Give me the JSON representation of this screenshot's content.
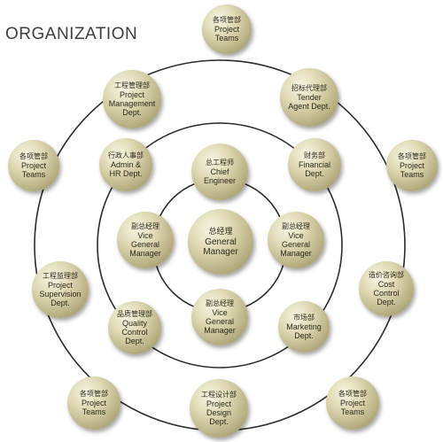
{
  "title": "ORGANIZATION",
  "colors": {
    "ring": "#2b2b2b",
    "node_light": "#f7f5e4",
    "node_dark": "#8e8659",
    "text": "#2a2a1a"
  },
  "nodes": {
    "pt_top": {
      "zh": "各项管部",
      "en": [
        "Project",
        "Teams"
      ]
    },
    "pm_dept": {
      "zh": "工程管理部",
      "en": [
        "Project",
        "Management",
        "Dept."
      ]
    },
    "tender": {
      "zh": "招标代理部",
      "en": [
        "Tender",
        "Agent Dept."
      ]
    },
    "pt_left": {
      "zh": "各项管部",
      "en": [
        "Project",
        "Teams"
      ]
    },
    "admin_hr": {
      "zh": "行政人事部",
      "en": [
        "Admin &",
        "HR Dept."
      ]
    },
    "chief_eng": {
      "zh": "总工程师",
      "en": [
        "Chief",
        "Engineer"
      ]
    },
    "financial": {
      "zh": "财务部",
      "en": [
        "Financial",
        "Dept."
      ]
    },
    "pt_right": {
      "zh": "各项管部",
      "en": [
        "Project",
        "Teams"
      ]
    },
    "vgm_left": {
      "zh": "副总经理",
      "en": [
        "Vice",
        "General",
        "Manager"
      ]
    },
    "gm": {
      "zh": "总经理",
      "en": [
        "General",
        "Manager"
      ]
    },
    "vgm_right": {
      "zh": "副总经理",
      "en": [
        "Vice",
        "General",
        "Manager"
      ]
    },
    "supervision": {
      "zh": "工程监理部",
      "en": [
        "Project",
        "Supervision",
        "Dept."
      ]
    },
    "cost": {
      "zh": "造价咨询部",
      "en": [
        "Cost",
        "Control",
        "Dept."
      ]
    },
    "quality": {
      "zh": "品质管理部",
      "en": [
        "Quality",
        "Control",
        "Dept."
      ]
    },
    "vgm_bottom": {
      "zh": "副总经理",
      "en": [
        "Vice",
        "General",
        "Manager"
      ]
    },
    "marketing": {
      "zh": "市场部",
      "en": [
        "Marketing",
        "Dept."
      ]
    },
    "pt_bl": {
      "zh": "各项管部",
      "en": [
        "Project",
        "Teams"
      ]
    },
    "design": {
      "zh": "工程设计部",
      "en": [
        "Project",
        "Design",
        "Dept."
      ]
    },
    "pt_br": {
      "zh": "各项管部",
      "en": [
        "Project",
        "Teams"
      ]
    }
  }
}
